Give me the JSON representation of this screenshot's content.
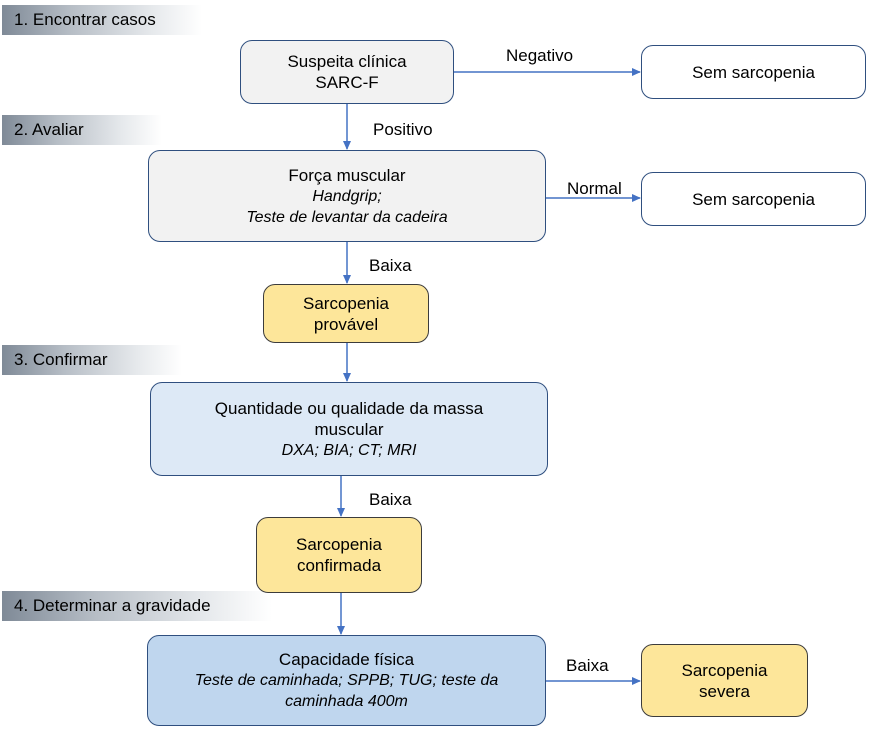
{
  "steps": {
    "s1": "1. Encontrar casos",
    "s2": "2. Avaliar",
    "s3": "3. Confirmar",
    "s4": "4. Determinar a gravidade"
  },
  "nodes": {
    "suspeita": {
      "line1": "Suspeita clínica",
      "line2": "SARC-F"
    },
    "sem1": {
      "text": "Sem sarcopenia"
    },
    "forca": {
      "title": "Força muscular",
      "line1": "Handgrip;",
      "line2": "Teste de levantar da cadeira"
    },
    "sem2": {
      "text": "Sem sarcopenia"
    },
    "provavel": {
      "line1": "Sarcopenia",
      "line2": "provável"
    },
    "massa": {
      "line1": "Quantidade ou qualidade da massa",
      "line2": "muscular",
      "line3": "DXA; BIA; CT; MRI"
    },
    "confirmada": {
      "line1": "Sarcopenia",
      "line2": "confirmada"
    },
    "capacidade": {
      "title": "Capacidade física",
      "line1": "Teste de caminhada; SPPB; TUG; teste da",
      "line2": "caminhada 400m"
    },
    "severa": {
      "line1": "Sarcopenia",
      "line2": "severa"
    }
  },
  "edges": {
    "negativo": "Negativo",
    "positivo": "Positivo",
    "normal": "Normal",
    "baixa1": "Baixa",
    "baixa2": "Baixa",
    "baixa3": "Baixa"
  },
  "colors": {
    "arrow": "#4472c4",
    "border": "#2f4f7f",
    "yellow": "#fde69a",
    "gray": "#f2f2f2",
    "light_blue": "#dde9f6",
    "mid_blue": "#bfd6ee"
  }
}
